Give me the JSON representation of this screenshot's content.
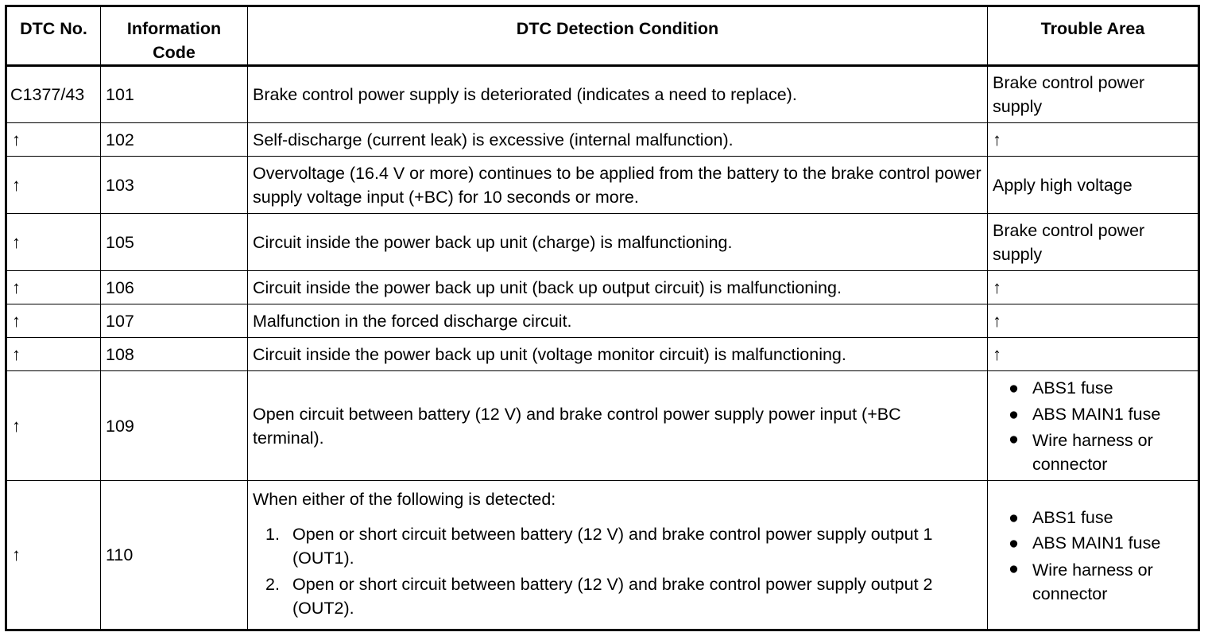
{
  "table": {
    "headers": {
      "dtc_no": "DTC No.",
      "info_code": "Information Code",
      "condition": "DTC Detection Condition",
      "trouble_area": "Trouble Area"
    },
    "rows": [
      {
        "dtc": "C1377/43",
        "code": "101",
        "condition": "Brake control power supply is deteriorated (indicates a need to replace).",
        "area": "Brake control power supply"
      },
      {
        "dtc": "↑",
        "code": "102",
        "condition": "Self-discharge (current leak) is excessive (internal malfunction).",
        "area": "↑"
      },
      {
        "dtc": "↑",
        "code": "103",
        "condition": "Overvoltage (16.4 V or more) continues to be applied from the battery to the brake control power supply voltage input (+BC) for 10 seconds or more.",
        "area": "Apply high voltage"
      },
      {
        "dtc": "↑",
        "code": "105",
        "condition": "Circuit inside the power back up unit (charge) is malfunctioning.",
        "area": "Brake control power supply"
      },
      {
        "dtc": "↑",
        "code": "106",
        "condition": "Circuit inside the power back up unit (back up output circuit) is malfunctioning.",
        "area": "↑"
      },
      {
        "dtc": "↑",
        "code": "107",
        "condition": "Malfunction in the forced discharge circuit.",
        "area": "↑"
      },
      {
        "dtc": "↑",
        "code": "108",
        "condition": "Circuit inside the power back up unit (voltage monitor circuit) is malfunctioning.",
        "area": "↑"
      },
      {
        "dtc": "↑",
        "code": "109",
        "condition": "Open circuit between battery (12 V) and brake control power supply power input (+BC terminal).",
        "area_list": [
          "ABS1 fuse",
          "ABS MAIN1 fuse",
          "Wire harness or connector"
        ]
      },
      {
        "dtc": "↑",
        "code": "110",
        "condition_intro": "When either of the following is detected:",
        "condition_items": [
          {
            "num": "1.",
            "text": "Open or short circuit between battery (12 V) and brake control power supply output 1 (OUT1)."
          },
          {
            "num": "2.",
            "text": "Open or short circuit between battery (12 V) and brake control power supply output 2 (OUT2)."
          }
        ],
        "area_list": [
          "ABS1 fuse",
          "ABS MAIN1 fuse",
          "Wire harness or connector"
        ]
      }
    ],
    "bullet_symbol": "●"
  }
}
